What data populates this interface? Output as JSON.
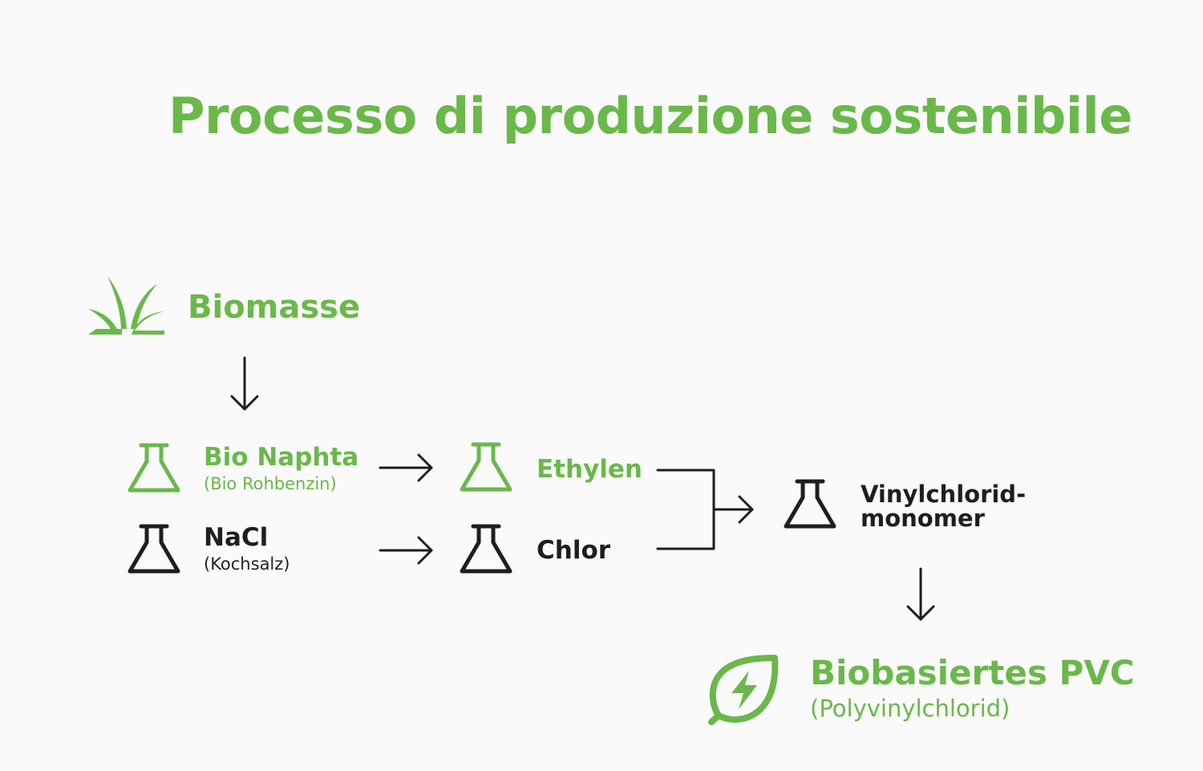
{
  "title": "Processo di produzione sostenibile",
  "colors": {
    "green": "#6ab84a",
    "dark": "#1e1e1e",
    "background": "#fafafa"
  },
  "nodes": {
    "biomasse": {
      "label": "Biomasse",
      "icon": "grass-icon"
    },
    "bio_naphta": {
      "label": "Bio Naphta",
      "sub": "(Bio Rohbenzin)",
      "icon": "flask-icon"
    },
    "nacl": {
      "label": "NaCl",
      "sub": "(Kochsalz)",
      "icon": "flask-icon"
    },
    "ethylen": {
      "label": "Ethylen",
      "icon": "flask-icon"
    },
    "chlor": {
      "label": "Chlor",
      "icon": "flask-icon"
    },
    "vinylchlorid": {
      "label_line1": "Vinylchlorid-",
      "label_line2": "monomer",
      "icon": "flask-icon"
    },
    "pvc": {
      "label": "Biobasiertes PVC",
      "sub": "(Polyvinylchlorid)",
      "icon": "leaf-bolt-icon"
    }
  },
  "edges": [
    {
      "from": "biomasse",
      "to": "bio_naphta"
    },
    {
      "from": "bio_naphta",
      "to": "ethylen"
    },
    {
      "from": "nacl",
      "to": "chlor"
    },
    {
      "from": "ethylen",
      "to": "vinylchlorid"
    },
    {
      "from": "chlor",
      "to": "vinylchlorid"
    },
    {
      "from": "vinylchlorid",
      "to": "pvc"
    }
  ]
}
